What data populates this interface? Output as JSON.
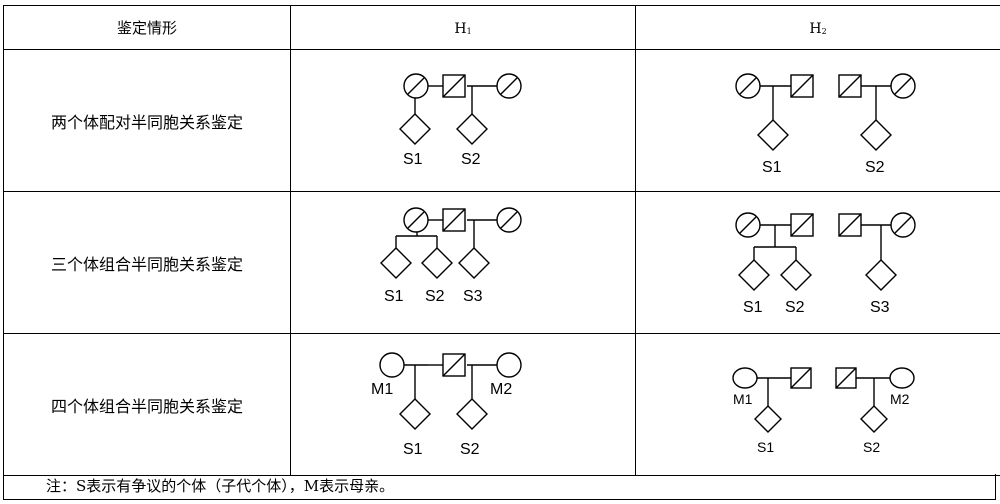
{
  "header": {
    "col_case": "鉴定情形",
    "h1_letter": "H",
    "h1_sub": "1",
    "h2_letter": "H",
    "h2_sub": "2"
  },
  "rows": [
    {
      "case": "两个体配对半同胞关系鉴定",
      "h1_labels": [
        "S1",
        "S2"
      ],
      "h2_labels": [
        "S1",
        "S2"
      ]
    },
    {
      "case": "三个体组合半同胞关系鉴定",
      "h1_labels": [
        "S1",
        "S2",
        "S3"
      ],
      "h2_labels": [
        "S1",
        "S2",
        "S3"
      ]
    },
    {
      "case": "四个体组合半同胞关系鉴定",
      "h1_labels": [
        "M1",
        "M2",
        "S1",
        "S2"
      ],
      "h2_labels": [
        "M1",
        "M2",
        "S1",
        "S2"
      ]
    }
  ],
  "note": "注：S表示有争议的个体（子代个体），M表示母亲。"
}
